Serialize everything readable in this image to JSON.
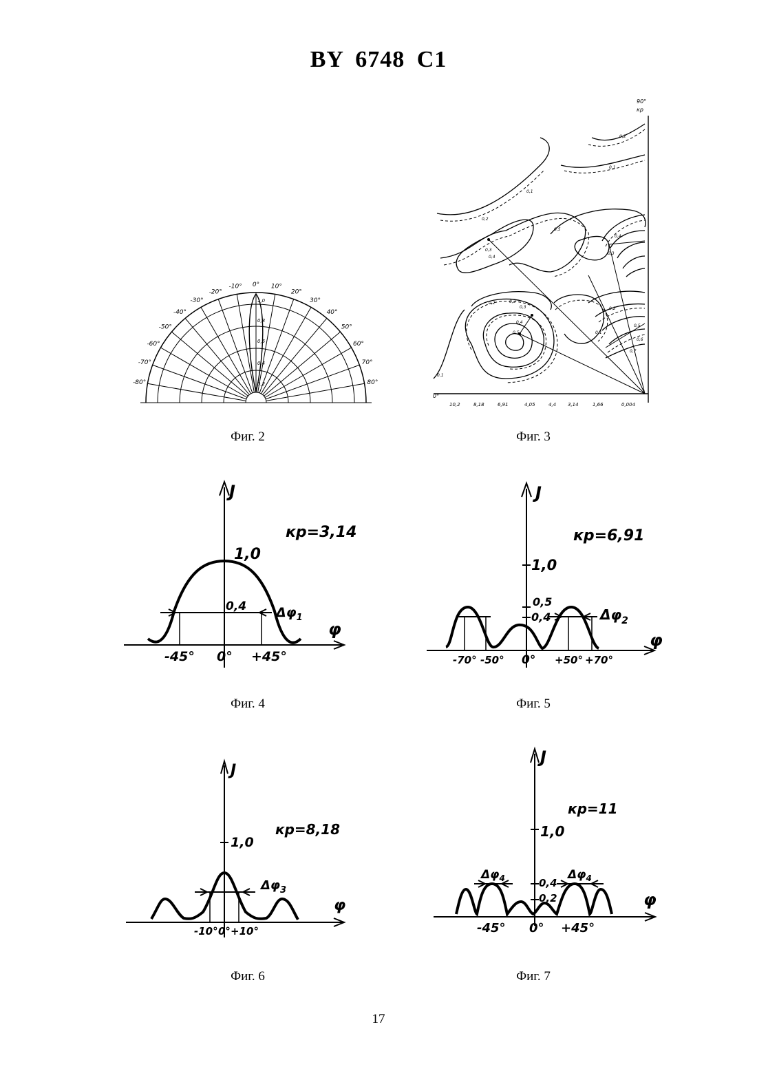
{
  "document": {
    "title": "BY  6748  C1",
    "page_number": "17"
  },
  "fig2": {
    "caption": "Фиг. 2",
    "angle_labels": [
      "-80°",
      "-70°",
      "-60°",
      "-50°",
      "-40°",
      "-30°",
      "-20°",
      "-10°",
      "0°",
      "10°",
      "20°",
      "30°",
      "40°",
      "50°",
      "60°",
      "70°",
      "80°"
    ],
    "radial_labels": [
      "1,0",
      "0,8",
      "0,6",
      "0,4",
      "0,2"
    ]
  },
  "fig3": {
    "caption": "Фиг. 3",
    "corner_label_top": "90°",
    "corner_label_axis": "кр",
    "corner_label_bottom_left": "0°",
    "bottom_labels": [
      "10,2",
      "8,18",
      "6,91",
      "4,05",
      "4,4",
      "3,14",
      "1,66",
      "0,004"
    ],
    "contour_labels": [
      "0,2",
      "0,1",
      "0,1",
      "0,2",
      "0,3",
      "0,4",
      "0,5",
      "0,3",
      "0,2",
      "0,3",
      "0,4",
      "0,5",
      "0,1",
      "0,4",
      "0,3",
      "0,2",
      "0,1",
      "0,5",
      "0,6",
      "0,7"
    ]
  },
  "fig4": {
    "caption": "Фиг. 4",
    "y_axis_label": "J",
    "x_axis_label": "φ",
    "kp_label": "кр=3,14",
    "tick_1": "1,0",
    "tick_04": "0,4",
    "delta_label": "Δφ",
    "delta_sub": "1",
    "x_ticks": [
      "-45°",
      "0°",
      "+45°"
    ]
  },
  "fig5": {
    "caption": "Фиг. 5",
    "y_axis_label": "J",
    "x_axis_label": "φ",
    "kp_label": "кр=6,91",
    "tick_1": "1,0",
    "tick_05": "0,5",
    "tick_04": "0,4",
    "delta_label": "Δφ",
    "delta_sub": "2",
    "x_ticks": [
      "-70°",
      "-50°",
      "0°",
      "+50°",
      "+70°"
    ]
  },
  "fig6": {
    "caption": "Фиг. 6",
    "y_axis_label": "J",
    "x_axis_label": "φ",
    "kp_label": "кр=8,18",
    "tick_1": "1,0",
    "delta_label": "Δφ",
    "delta_sub": "3",
    "x_ticks": [
      "-10°",
      "0°",
      "+10°"
    ]
  },
  "fig7": {
    "caption": "Фиг. 7",
    "y_axis_label": "J",
    "x_axis_label": "φ",
    "kp_label": "кр=11",
    "tick_1": "1,0",
    "tick_04": "0,4",
    "tick_02": "0,2",
    "delta_label": "Δφ",
    "delta_sub": "4",
    "x_ticks": [
      "-45°",
      "0°",
      "+45°"
    ]
  }
}
